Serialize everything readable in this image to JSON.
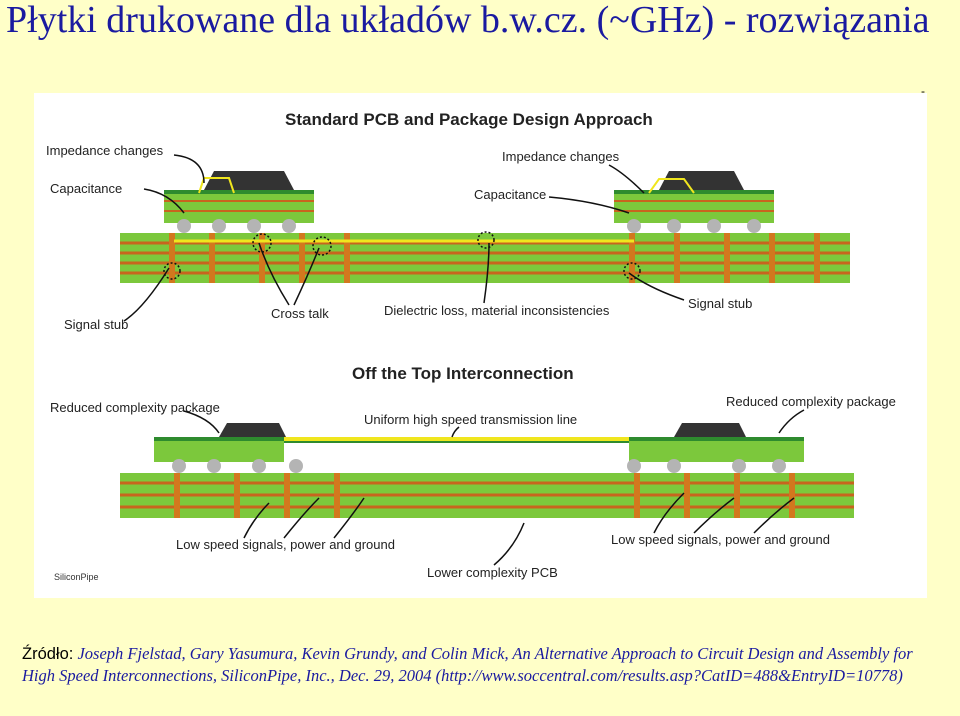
{
  "slide": {
    "title": "Płytki drukowane dla układów b.w.cz. (~GHz) - rozwiązania"
  },
  "figure": {
    "top_heading": "Standard PCB and Package Design Approach",
    "bottom_heading": "Off the Top Interconnection",
    "labels": {
      "impedance_left": "Impedance changes",
      "capacitance_left": "Capacitance",
      "impedance_right": "Impedance changes",
      "capacitance_right": "Capacitance",
      "signal_stub_left": "Signal stub",
      "cross_talk": "Cross talk",
      "dielectric": "Dielectric loss, material inconsistencies",
      "signal_stub_right": "Signal stub",
      "reduced_left": "Reduced complexity package",
      "reduced_right": "Reduced complexity package",
      "uniform_line": "Uniform high speed transmission line",
      "low_speed_left": "Low speed signals, power and ground",
      "low_speed_right": "Low speed signals, power and ground",
      "lower_complexity": "Lower complexity PCB"
    },
    "logo": "SiliconPipe",
    "colors": {
      "board": "#7cc83c",
      "trace": "#c8641e",
      "via": "#d2781e",
      "ball": "#b4b4b4",
      "chip": "#333333",
      "signal": "#f0e61e"
    }
  },
  "caption": {
    "source_label": "Źródło:",
    "text": " Joseph Fjelstad, Gary Yasumura, Kevin Grundy, and Colin Mick, An Alternative Approach to Circuit Design and Assembly for High Speed Interconnections, SiliconPipe, Inc., Dec. 29, 2004 (http://www.soccentral.com/results.asp?CatID=488&EntryID=10778)"
  }
}
